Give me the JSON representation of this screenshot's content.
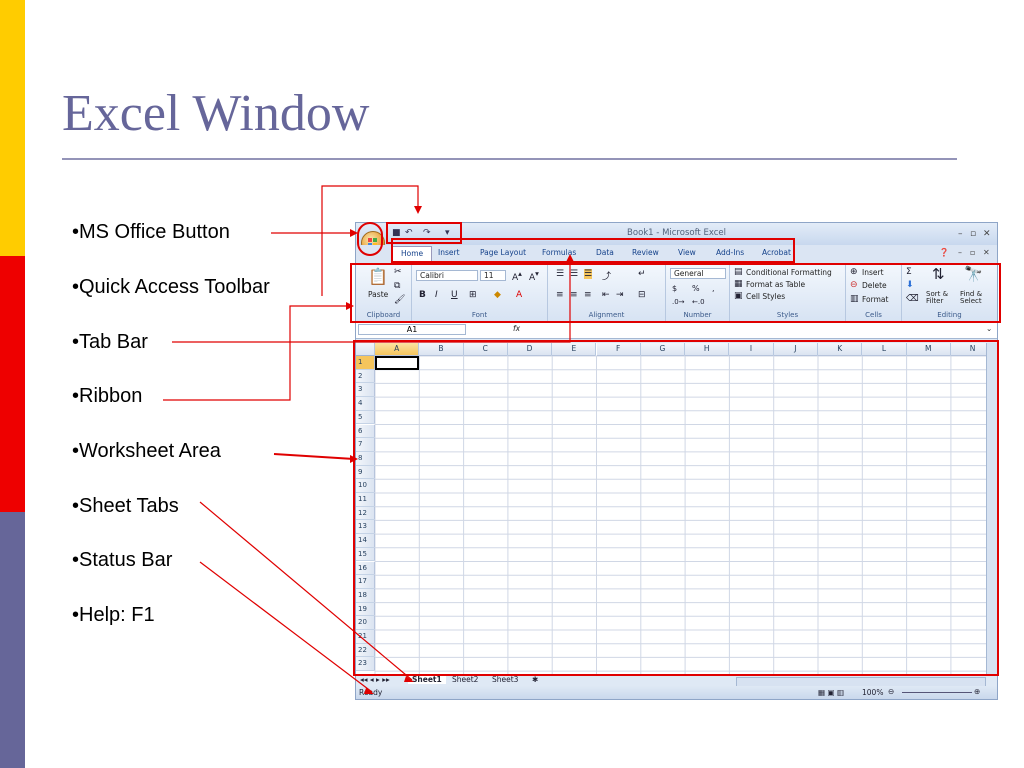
{
  "slide": {
    "title": "Excel Window",
    "bullets": [
      "•MS Office Button",
      "•Quick Access Toolbar",
      "•Tab Bar",
      "•Ribbon",
      "•Worksheet Area",
      "•Sheet Tabs",
      "•Status Bar",
      "•Help: F1"
    ],
    "colors": {
      "title": "#66669a",
      "bar_yellow": "#ffcc00",
      "bar_red": "#ee0000",
      "bar_purple": "#666699",
      "callout": "#e00000"
    }
  },
  "excel": {
    "title": "Book1 - Microsoft Excel",
    "tabs": [
      "Home",
      "Insert",
      "Page Layout",
      "Formulas",
      "Data",
      "Review",
      "View",
      "Add-Ins",
      "Acrobat"
    ],
    "ribbon": {
      "clipboard": {
        "label": "Clipboard",
        "paste": "Paste"
      },
      "font": {
        "label": "Font",
        "name": "Calibri",
        "size": "11"
      },
      "alignment": {
        "label": "Alignment"
      },
      "number": {
        "label": "Number",
        "format": "General"
      },
      "styles": {
        "label": "Styles",
        "conditional": "Conditional Formatting",
        "format_table": "Format as Table",
        "cell_styles": "Cell Styles"
      },
      "cells": {
        "label": "Cells",
        "insert": "Insert",
        "delete": "Delete",
        "format": "Format"
      },
      "editing": {
        "label": "Editing",
        "sort": "Sort & Filter",
        "find": "Find & Select"
      }
    },
    "name_box": "A1",
    "fx": "fx",
    "columns": [
      "A",
      "B",
      "C",
      "D",
      "E",
      "F",
      "G",
      "H",
      "I",
      "J",
      "K",
      "L",
      "M",
      "N"
    ],
    "rows": [
      "1",
      "2",
      "3",
      "4",
      "5",
      "6",
      "7",
      "8",
      "9",
      "10",
      "11",
      "12",
      "13",
      "14",
      "15",
      "16",
      "17",
      "18",
      "19",
      "20",
      "21",
      "22",
      "23"
    ],
    "sheets": [
      "Sheet1",
      "Sheet2",
      "Sheet3"
    ],
    "status": "Ready",
    "zoom": "100%"
  }
}
